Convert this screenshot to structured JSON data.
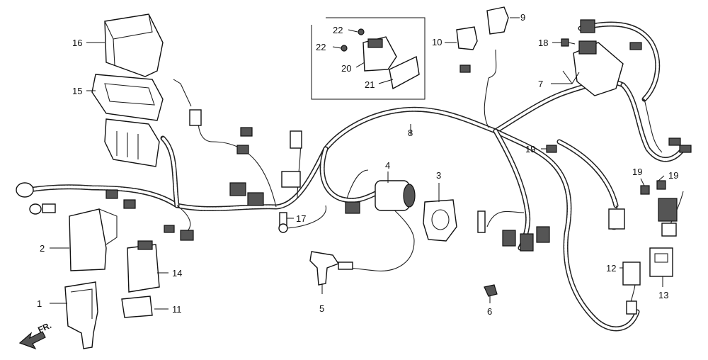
{
  "direction": {
    "label": "FR."
  },
  "callouts": [
    {
      "id": "c1",
      "number": "1"
    },
    {
      "id": "c2",
      "number": "2"
    },
    {
      "id": "c3",
      "number": "3"
    },
    {
      "id": "c4",
      "number": "4"
    },
    {
      "id": "c5",
      "number": "5"
    },
    {
      "id": "c6",
      "number": "6"
    },
    {
      "id": "c7",
      "number": "7"
    },
    {
      "id": "c8",
      "number": "8"
    },
    {
      "id": "c9",
      "number": "9"
    },
    {
      "id": "c10",
      "number": "10"
    },
    {
      "id": "c11",
      "number": "11"
    },
    {
      "id": "c12",
      "number": "12"
    },
    {
      "id": "c13",
      "number": "13"
    },
    {
      "id": "c14",
      "number": "14"
    },
    {
      "id": "c15",
      "number": "15"
    },
    {
      "id": "c16",
      "number": "16"
    },
    {
      "id": "c17",
      "number": "17"
    },
    {
      "id": "c18",
      "number": "18"
    },
    {
      "id": "c19a",
      "number": "19"
    },
    {
      "id": "c19b",
      "number": "19"
    },
    {
      "id": "c19c",
      "number": "19"
    },
    {
      "id": "c20",
      "number": "20"
    },
    {
      "id": "c21",
      "number": "21"
    },
    {
      "id": "c22a",
      "number": "22"
    },
    {
      "id": "c22b",
      "number": "22"
    }
  ]
}
